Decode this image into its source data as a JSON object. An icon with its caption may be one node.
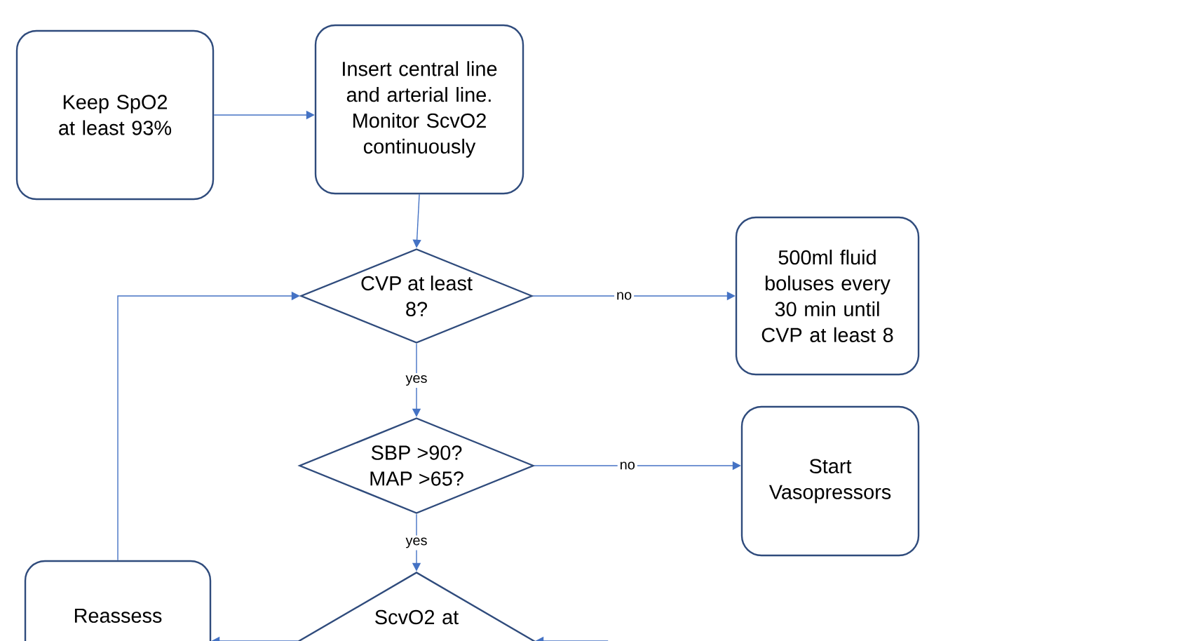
{
  "diagram": {
    "nodes": [
      {
        "text": [
          "Keep SpO2 at least 93%"
        ]
      },
      {
        "text": [
          "Insert central line and arterial line. Monitor ScvO2 continuously"
        ]
      },
      {
        "text": [
          "CVP at least 8?"
        ]
      },
      {
        "text": [
          "500ml fluid boluses every 30 min until CVP at least 8"
        ]
      },
      {
        "text": [
          "SBP >90? MAP >65?"
        ]
      },
      {
        "text": [
          "Start Vasopressors"
        ]
      },
      {
        "text": [
          "Reassess"
        ]
      },
      {
        "text": [
          "ScvO2 at"
        ]
      }
    ],
    "edges": [
      {
        "from": 0,
        "to": 1,
        "arrow": "to"
      },
      {
        "from": 1,
        "to": 2,
        "arrow": "to"
      },
      {
        "from": 2,
        "to": 3,
        "arrow": "to",
        "label": "no"
      },
      {
        "from": 2,
        "to": 4,
        "arrow": "to",
        "label": "yes"
      },
      {
        "from": 4,
        "to": 5,
        "arrow": "to",
        "label": "no"
      },
      {
        "from": 4,
        "to": 7,
        "arrow": "to",
        "label": "yes"
      },
      {
        "from": 7,
        "to": 6,
        "arrow": "to"
      },
      {
        "from": null,
        "to": 7,
        "arrow": "to"
      },
      {
        "from": 6,
        "to": 2,
        "arrow": "to"
      }
    ]
  }
}
